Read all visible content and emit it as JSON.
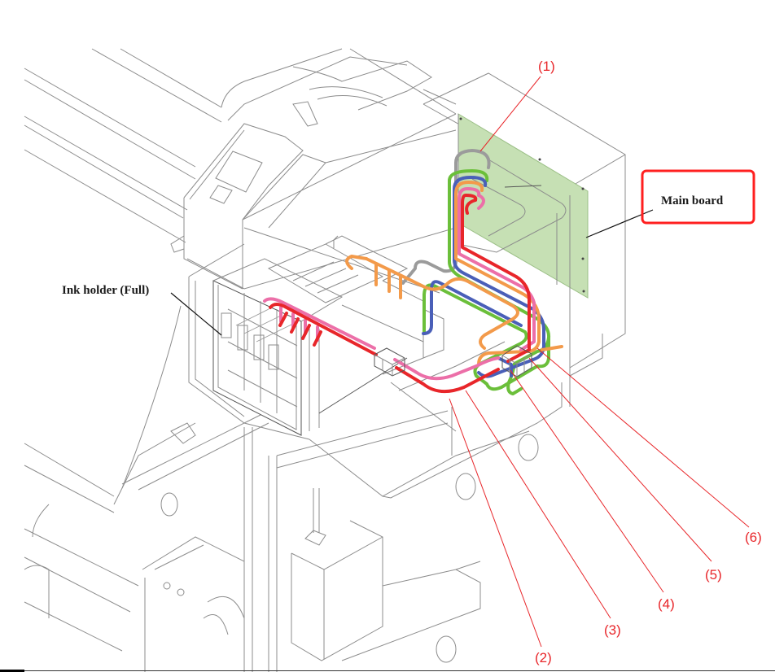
{
  "figure": {
    "subject": "printer wiring overview",
    "labels": {
      "main_board": "Main board",
      "ink_holder": "Ink holder (Full)"
    },
    "callouts": [
      {
        "id": "1",
        "text": "(1)"
      },
      {
        "id": "2",
        "text": "(2)"
      },
      {
        "id": "3",
        "text": "(3)"
      },
      {
        "id": "4",
        "text": "(4)"
      },
      {
        "id": "5",
        "text": "(5)"
      },
      {
        "id": "6",
        "text": "(6)"
      }
    ],
    "colors": {
      "highlight_box": "#ff1f1f",
      "callout": "#e8262a",
      "board": "#c6e0b4",
      "cable_gray": "#9b9b9b",
      "cable_green": "#6bbf3a",
      "cable_blue": "#4a5fb8",
      "cable_orange": "#f39a4a",
      "cable_pink": "#ec6fa8",
      "cable_red": "#e8262a"
    }
  }
}
